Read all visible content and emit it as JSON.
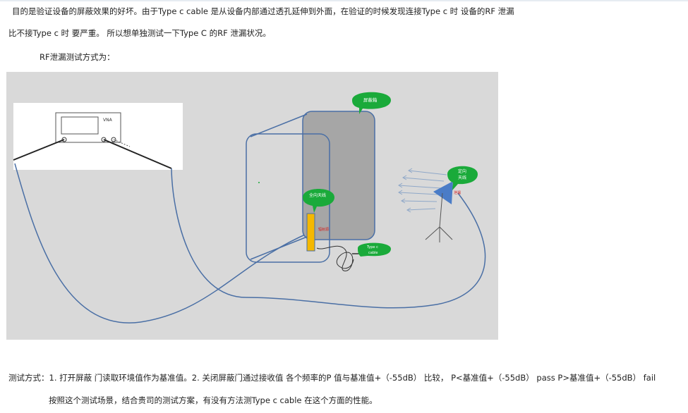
{
  "paragraphs": {
    "p1": "目的是验证设备的屏蔽效果的好坏。由于Type c cable 是从设备内部通过透孔延伸到外面，在验证的时候发现连接Type c 时 设备的RF 泄漏",
    "p2": "比不接Type c 时 要严重。 所以想单独测试一下Type C 的RF 泄漏状况。",
    "p3": "RF泄漏测试方式为：",
    "p4": "测试方式：1. 打开屏蔽 门读取环境值作为基准值。2. 关闭屏蔽门通过接收值 各个频率的P 值与基准值+（-55dB） 比较， P<基准值+（-55dB） pass  P>基准值+（-55dB） fail",
    "p5": "按照这个测试场景，结合贵司的测试方案，有没有方法测Type c cable 在这个方面的性能。"
  },
  "figure": {
    "vna_label": "VNA",
    "shield_box_label": "屏蔽箱",
    "omni_antenna_label": "全向天线",
    "typec_label_1": "Type c",
    "typec_label_2": "cable",
    "directional_antenna_label_1": "定向",
    "directional_antenna_label_2": "天线",
    "emission_source_label": "辐射源",
    "leak_label": "泄漏",
    "colors": {
      "background": "#d9d9d9",
      "box_gray": "#a6a6a6",
      "box_stroke": "#4a6fa5",
      "callout_green": "#1aaa3a",
      "antenna_yellow": "#f5b800",
      "antenna_blue": "#4a7cc7",
      "red_text": "#d61a1a"
    }
  }
}
